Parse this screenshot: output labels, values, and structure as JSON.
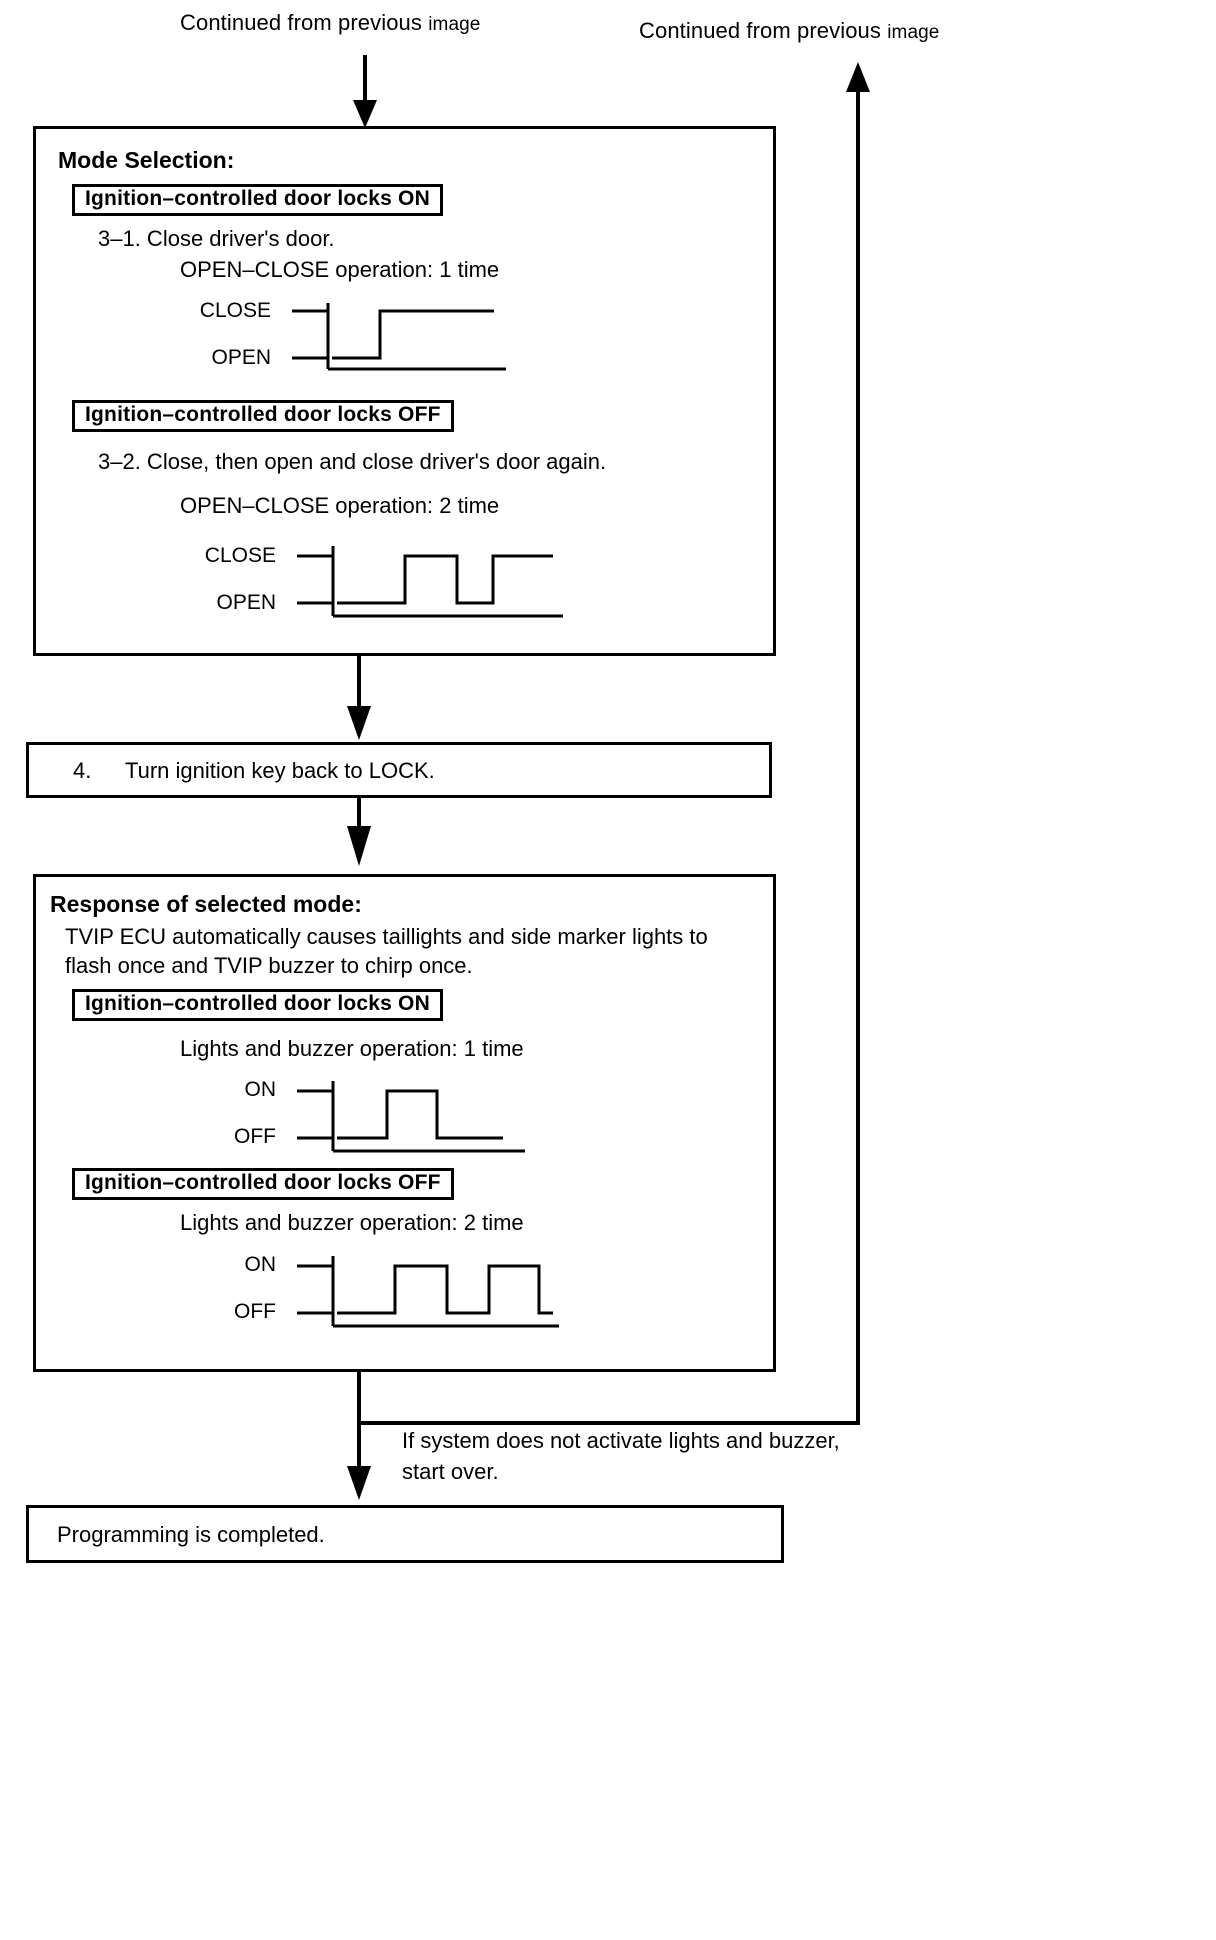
{
  "document": {
    "title": "TVIP ECU Ignition-controlled Door Locks Programming Flowchart"
  },
  "connectors": {
    "continued_left": "Continued from previous ",
    "continued_left_small": "image",
    "continued_right": "Continued from previous ",
    "continued_right_small": "image",
    "loopback_note_line1": "If system does not activate lights and buzzer,",
    "loopback_note_line2": "start over."
  },
  "mode_selection_box": {
    "title": "Mode Selection:",
    "sub_a": {
      "badge": "Ignition–controlled  door locks ON",
      "step": "3–1.  Close driver's door.",
      "operation": "OPEN–CLOSE operation: 1 time",
      "wave_high_label": "CLOSE",
      "wave_low_label": "OPEN"
    },
    "sub_b": {
      "badge": "Ignition–controlled  door locks OFF",
      "step": "3–2.  Close, then open and close driver's door again.",
      "operation": "OPEN–CLOSE operation: 2 time",
      "wave_high_label": "CLOSE",
      "wave_low_label": "OPEN"
    }
  },
  "step4_box": {
    "number": "4.",
    "text": "Turn ignition key back to LOCK."
  },
  "response_box": {
    "title": "Response of selected mode:",
    "description_line1": "TVIP ECU automatically causes taillights and side marker lights to",
    "description_line2": "flash once and TVIP buzzer to chirp once.",
    "sub_a": {
      "badge": "Ignition–controlled  door locks ON",
      "operation": "Lights and buzzer operation: 1 time",
      "wave_high_label": "ON",
      "wave_low_label": "OFF"
    },
    "sub_b": {
      "badge": "Ignition–controlled  door locks OFF",
      "operation": "Lights and buzzer operation: 2 time",
      "wave_high_label": "ON",
      "wave_low_label": "OFF"
    }
  },
  "final_box": {
    "text": "Programming is completed."
  },
  "chart_data": [
    {
      "type": "line",
      "name": "open-close-1-time",
      "title": "OPEN–CLOSE operation: 1 time",
      "states": [
        "OPEN",
        "CLOSE"
      ],
      "ylabel_high": "CLOSE",
      "ylabel_low": "OPEN",
      "points": [
        [
          0,
          0
        ],
        [
          0.22,
          0
        ],
        [
          0.22,
          1
        ],
        [
          1,
          1
        ]
      ],
      "transitions": 1
    },
    {
      "type": "line",
      "name": "open-close-2-time",
      "title": "OPEN–CLOSE operation: 2 time",
      "states": [
        "OPEN",
        "CLOSE"
      ],
      "ylabel_high": "CLOSE",
      "ylabel_low": "OPEN",
      "points": [
        [
          0,
          0
        ],
        [
          0.27,
          0
        ],
        [
          0.27,
          1
        ],
        [
          0.46,
          1
        ],
        [
          0.46,
          0
        ],
        [
          0.62,
          0
        ],
        [
          0.62,
          1
        ],
        [
          1,
          1
        ]
      ],
      "transitions": 2
    },
    {
      "type": "line",
      "name": "lights-buzzer-1-time",
      "title": "Lights and buzzer operation: 1 time",
      "states": [
        "OFF",
        "ON"
      ],
      "ylabel_high": "ON",
      "ylabel_low": "OFF",
      "points": [
        [
          0,
          0
        ],
        [
          0.33,
          0
        ],
        [
          0.33,
          1
        ],
        [
          0.57,
          1
        ],
        [
          0.57,
          0
        ],
        [
          1,
          0
        ]
      ],
      "pulses": 1
    },
    {
      "type": "line",
      "name": "lights-buzzer-2-time",
      "title": "Lights and buzzer operation: 2 time",
      "states": [
        "OFF",
        "ON"
      ],
      "ylabel_high": "ON",
      "ylabel_low": "OFF",
      "points": [
        [
          0,
          0
        ],
        [
          0.27,
          0
        ],
        [
          0.27,
          1
        ],
        [
          0.45,
          1
        ],
        [
          0.45,
          0
        ],
        [
          0.62,
          0
        ],
        [
          0.62,
          1
        ],
        [
          0.8,
          1
        ],
        [
          0.8,
          0
        ],
        [
          1,
          0
        ]
      ],
      "pulses": 2
    }
  ]
}
